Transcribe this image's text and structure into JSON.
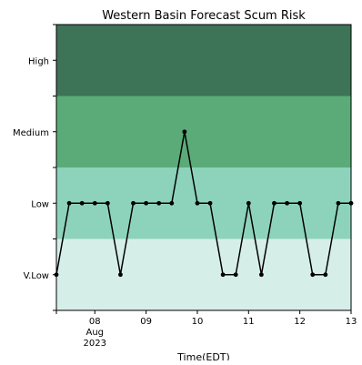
{
  "chart_data": {
    "type": "line",
    "title": "Western Basin Forecast Scum Risk",
    "xlabel": "Time(EDT)",
    "ylabel": "",
    "y_categories": [
      "V.Low",
      "Low",
      "Medium",
      "High"
    ],
    "ylim": [
      0,
      4
    ],
    "xlim": [
      "2023-08-07T06:00",
      "2023-08-13T00:00"
    ],
    "x_ticks": [
      {
        "t": "2023-08-08T00:00",
        "label": "08",
        "sub": [
          "Aug",
          "2023"
        ]
      },
      {
        "t": "2023-08-09T00:00",
        "label": "09",
        "sub": []
      },
      {
        "t": "2023-08-10T00:00",
        "label": "10",
        "sub": []
      },
      {
        "t": "2023-08-11T00:00",
        "label": "11",
        "sub": []
      },
      {
        "t": "2023-08-12T00:00",
        "label": "12",
        "sub": []
      },
      {
        "t": "2023-08-13T00:00",
        "label": "13",
        "sub": []
      }
    ],
    "risk_bands": [
      {
        "level": "V.Low",
        "color": "#d6eee8"
      },
      {
        "level": "Low",
        "color": "#8dd3bb"
      },
      {
        "level": "Medium",
        "color": "#5aab78"
      },
      {
        "level": "High",
        "color": "#3d7357"
      }
    ],
    "line_color": "#000000",
    "series": [
      {
        "x": [
          "2023-08-07T06:00",
          "2023-08-07T12:00",
          "2023-08-07T18:00",
          "2023-08-08T00:00",
          "2023-08-08T06:00",
          "2023-08-08T12:00",
          "2023-08-08T18:00",
          "2023-08-09T00:00",
          "2023-08-09T06:00",
          "2023-08-09T12:00",
          "2023-08-09T18:00",
          "2023-08-10T00:00",
          "2023-08-10T06:00",
          "2023-08-10T12:00",
          "2023-08-10T18:00",
          "2023-08-11T00:00",
          "2023-08-11T06:00",
          "2023-08-11T12:00",
          "2023-08-11T18:00",
          "2023-08-12T00:00",
          "2023-08-12T06:00",
          "2023-08-12T12:00",
          "2023-08-12T18:00",
          "2023-08-13T00:00"
        ],
        "y": [
          "V.Low",
          "Low",
          "Low",
          "Low",
          "Low",
          "V.Low",
          "Low",
          "Low",
          "Low",
          "Low",
          "Medium",
          "Low",
          "Low",
          "V.Low",
          "V.Low",
          "Low",
          "V.Low",
          "Low",
          "Low",
          "Low",
          "V.Low",
          "V.Low",
          "Low",
          "Low"
        ]
      }
    ],
    "grid": false
  }
}
